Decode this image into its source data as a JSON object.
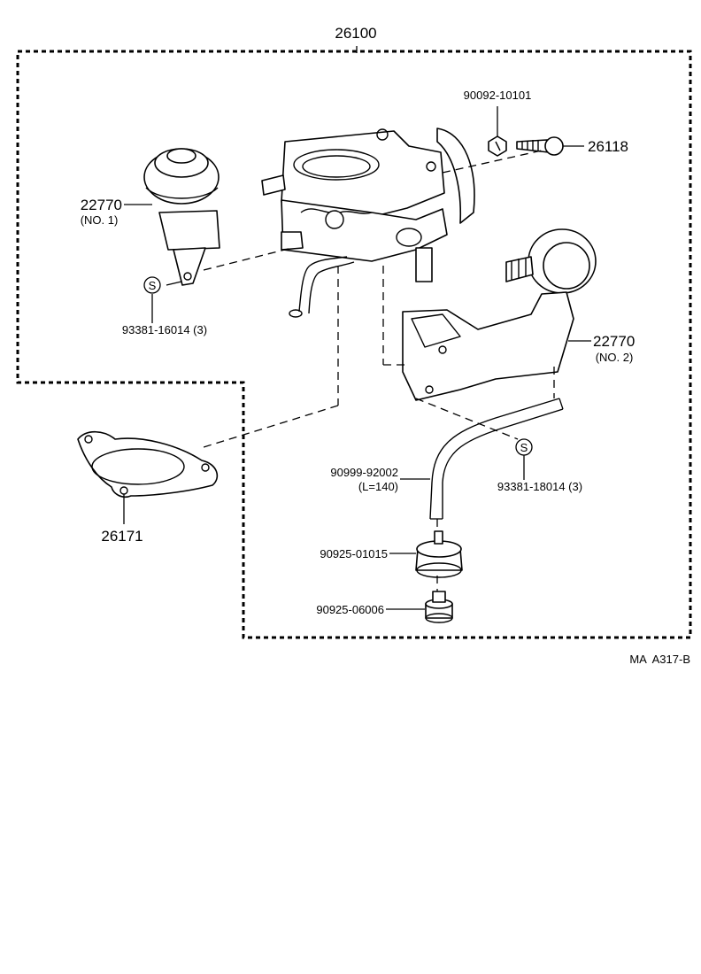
{
  "assembly": {
    "number": "26100"
  },
  "callouts": {
    "bolt": "90092-10101",
    "screw": "26118",
    "valve_no1": "22770",
    "valve_no1_sub": "(NO. 1)",
    "screw_no1": "93381-16014 (3)",
    "valve_no2": "22770",
    "valve_no2_sub": "(NO. 2)",
    "screw_no2": "93381-18014 (3)",
    "hose": "90999-92002",
    "hose_sub": "(L=140)",
    "grommet": "90925-01015",
    "cap": "90925-06006",
    "gasket": "26171"
  },
  "symbols": {
    "standard_part": "S"
  },
  "footer": {
    "code": "MA  A317-B"
  }
}
